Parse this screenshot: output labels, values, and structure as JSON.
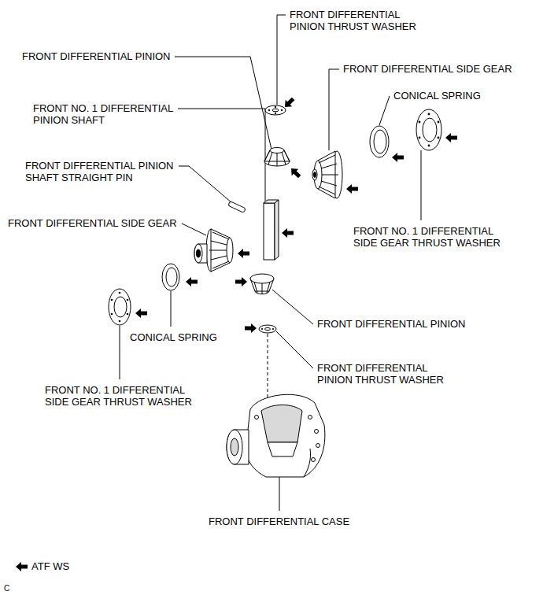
{
  "diagram": {
    "labels": [
      "FRONT DIFFERENTIAL PINION THRUST WASHER",
      "FRONT DIFFERENTIAL PINION",
      "FRONT DIFFERENTIAL SIDE GEAR",
      "CONICAL SPRING",
      "FRONT NO. 1 DIFFERENTIAL PINION SHAFT",
      "FRONT DIFFERENTIAL PINION SHAFT STRAIGHT PIN",
      "FRONT DIFFERENTIAL SIDE GEAR",
      "FRONT NO. 1 DIFFERENTIAL SIDE GEAR THRUST WASHER",
      "FRONT DIFFERENTIAL PINION",
      "CONICAL SPRING",
      "FRONT DIFFERENTIAL PINION THRUST WASHER",
      "FRONT NO. 1 DIFFERENTIAL SIDE GEAR THRUST WASHER",
      "FRONT DIFFERENTIAL CASE",
      "C"
    ],
    "legend": [
      {
        "text": "ATF WS"
      }
    ]
  }
}
